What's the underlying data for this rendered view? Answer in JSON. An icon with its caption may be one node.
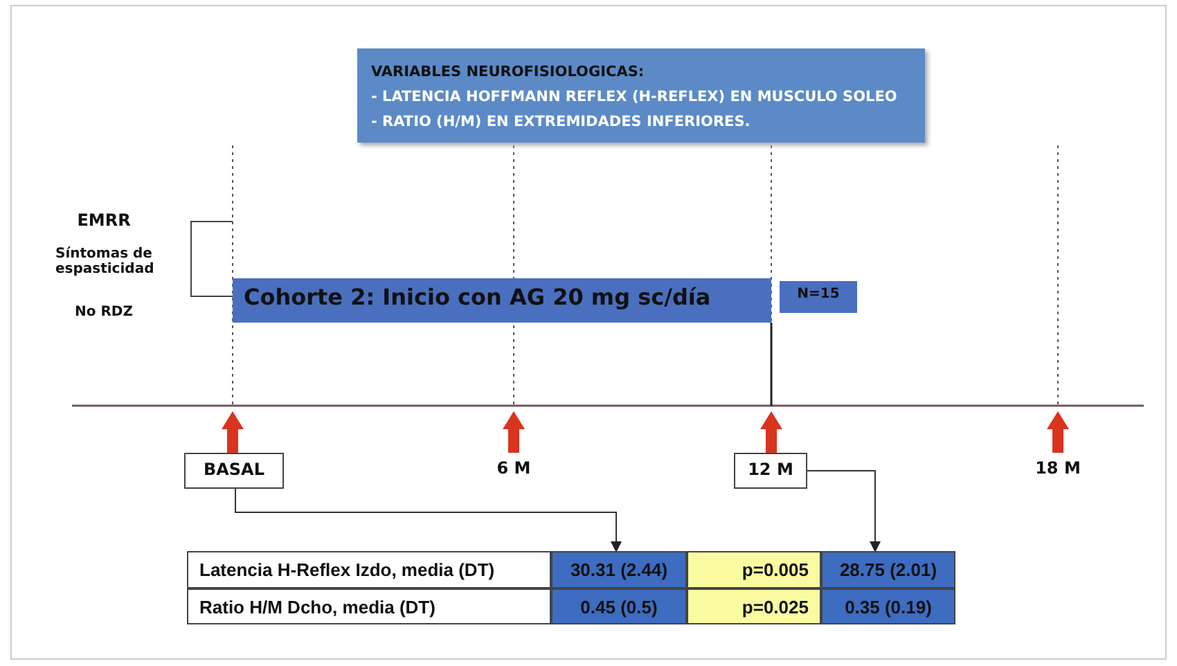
{
  "diagram": {
    "nodes": [
      {
        "text": [
          "VARIABLES NEUROFISIOLOGICAS:",
          "- LATENCIA HOFFMANN REFLEX (H-REFLEX) EN MUSCULO SOLEO",
          "- RATIO (H/M) EN EXTREMIDADES INFERIORES."
        ]
      },
      {
        "text": [
          "Cohorte 2: Inicio con AG 20 mg sc/día"
        ]
      },
      {
        "text": [
          "N=15"
        ]
      },
      {
        "text": [
          "BASAL"
        ]
      },
      {
        "text": [
          "12 M"
        ]
      },
      {
        "text": [
          "30.31 (2.44)"
        ]
      },
      {
        "text": [
          "28.75 (2.01)"
        ]
      }
    ],
    "edges": [
      {
        "from": 3,
        "to": 5,
        "arrow": "to"
      },
      {
        "from": 4,
        "to": 6,
        "arrow": "to"
      }
    ],
    "labels": [
      "EMRR",
      "Síntomas de espasticidad",
      "No RDZ",
      "6 M",
      "18 M",
      "Latencia H-Reflex Izdo, media (DT)",
      "p=0.005",
      "Ratio H/M Dcho, media (DT)",
      "0.45 (0.5)",
      "p=0.025",
      "0.35 (0.19)"
    ]
  }
}
